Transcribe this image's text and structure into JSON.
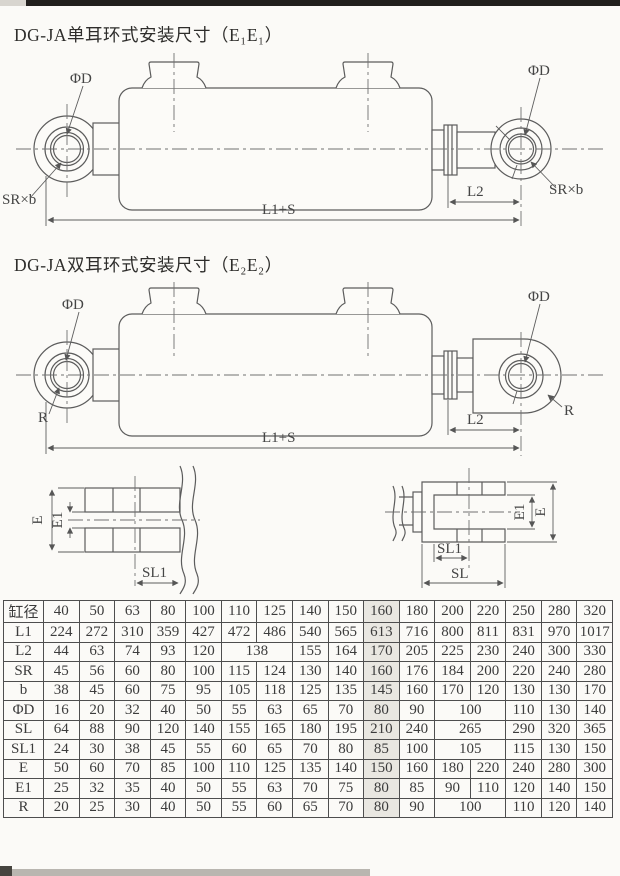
{
  "titles": {
    "single": "DG-JA单耳环式安装尺寸（E₁E₁）",
    "double": "DG-JA双耳环式安装尺寸（E₂E₂）"
  },
  "drawing1": {
    "phi_d": "ΦD",
    "sr_b": "SR×b",
    "l2": "L2",
    "l1s": "L1+S"
  },
  "drawing2": {
    "phi_d": "ΦD",
    "r": "R",
    "l2": "L2",
    "l1s": "L1+S"
  },
  "detail_left": {
    "e": "E",
    "e1": "E1",
    "sl1": "SL1"
  },
  "detail_right": {
    "e": "E",
    "e1": "E1",
    "sl1": "SL1",
    "sl": "SL"
  },
  "table": {
    "header_label": "缸径",
    "header_values": [
      "40",
      "50",
      "63",
      "80",
      "100",
      "110",
      "125",
      "140",
      "150",
      "160",
      "180",
      "200",
      "220",
      "250",
      "280",
      "320"
    ],
    "highlight_col": 9,
    "rows": [
      {
        "label": "L1",
        "cells": [
          {
            "v": "224"
          },
          {
            "v": "272"
          },
          {
            "v": "310"
          },
          {
            "v": "359"
          },
          {
            "v": "427"
          },
          {
            "v": "472"
          },
          {
            "v": "486"
          },
          {
            "v": "540"
          },
          {
            "v": "565"
          },
          {
            "v": "613"
          },
          {
            "v": "716"
          },
          {
            "v": "800"
          },
          {
            "v": "811"
          },
          {
            "v": "831"
          },
          {
            "v": "970"
          },
          {
            "v": "1017"
          }
        ]
      },
      {
        "label": "L2",
        "cells": [
          {
            "v": "44"
          },
          {
            "v": "63"
          },
          {
            "v": "74"
          },
          {
            "v": "93"
          },
          {
            "v": "120"
          },
          {
            "v": "138",
            "span": 2
          },
          {
            "v": "155"
          },
          {
            "v": "164"
          },
          {
            "v": "170"
          },
          {
            "v": "205"
          },
          {
            "v": "225"
          },
          {
            "v": "230"
          },
          {
            "v": "240"
          },
          {
            "v": "300"
          },
          {
            "v": "330"
          }
        ]
      },
      {
        "label": "SR",
        "cells": [
          {
            "v": "45"
          },
          {
            "v": "56"
          },
          {
            "v": "60"
          },
          {
            "v": "80"
          },
          {
            "v": "100"
          },
          {
            "v": "115"
          },
          {
            "v": "124"
          },
          {
            "v": "130"
          },
          {
            "v": "140"
          },
          {
            "v": "160"
          },
          {
            "v": "176"
          },
          {
            "v": "184"
          },
          {
            "v": "200"
          },
          {
            "v": "220"
          },
          {
            "v": "240"
          },
          {
            "v": "280"
          }
        ]
      },
      {
        "label": "b",
        "cells": [
          {
            "v": "38"
          },
          {
            "v": "45"
          },
          {
            "v": "60"
          },
          {
            "v": "75"
          },
          {
            "v": "95"
          },
          {
            "v": "105"
          },
          {
            "v": "118"
          },
          {
            "v": "125"
          },
          {
            "v": "135"
          },
          {
            "v": "145"
          },
          {
            "v": "160"
          },
          {
            "v": "170"
          },
          {
            "v": "120"
          },
          {
            "v": "130"
          },
          {
            "v": "130"
          },
          {
            "v": "170"
          }
        ]
      },
      {
        "label": "ΦD",
        "cells": [
          {
            "v": "16"
          },
          {
            "v": "20"
          },
          {
            "v": "32"
          },
          {
            "v": "40"
          },
          {
            "v": "50"
          },
          {
            "v": "55"
          },
          {
            "v": "63"
          },
          {
            "v": "65"
          },
          {
            "v": "70"
          },
          {
            "v": "80"
          },
          {
            "v": "90"
          },
          {
            "v": "100",
            "span": 2
          },
          {
            "v": "110"
          },
          {
            "v": "130"
          },
          {
            "v": "140"
          }
        ]
      },
      {
        "label": "SL",
        "cells": [
          {
            "v": "64"
          },
          {
            "v": "88"
          },
          {
            "v": "90"
          },
          {
            "v": "120"
          },
          {
            "v": "140"
          },
          {
            "v": "155"
          },
          {
            "v": "165"
          },
          {
            "v": "180"
          },
          {
            "v": "195"
          },
          {
            "v": "210"
          },
          {
            "v": "240"
          },
          {
            "v": "265",
            "span": 2
          },
          {
            "v": "290"
          },
          {
            "v": "320"
          },
          {
            "v": "365"
          }
        ]
      },
      {
        "label": "SL1",
        "cells": [
          {
            "v": "24"
          },
          {
            "v": "30"
          },
          {
            "v": "38"
          },
          {
            "v": "45"
          },
          {
            "v": "55"
          },
          {
            "v": "60"
          },
          {
            "v": "65"
          },
          {
            "v": "70"
          },
          {
            "v": "80"
          },
          {
            "v": "85"
          },
          {
            "v": "100"
          },
          {
            "v": "105",
            "span": 2
          },
          {
            "v": "115"
          },
          {
            "v": "130"
          },
          {
            "v": "150"
          }
        ]
      },
      {
        "label": "E",
        "cells": [
          {
            "v": "50"
          },
          {
            "v": "60"
          },
          {
            "v": "70"
          },
          {
            "v": "85"
          },
          {
            "v": "100"
          },
          {
            "v": "110"
          },
          {
            "v": "125"
          },
          {
            "v": "135"
          },
          {
            "v": "140"
          },
          {
            "v": "150"
          },
          {
            "v": "160"
          },
          {
            "v": "180"
          },
          {
            "v": "220"
          },
          {
            "v": "240"
          },
          {
            "v": "280"
          },
          {
            "v": "300"
          }
        ]
      },
      {
        "label": "E1",
        "cells": [
          {
            "v": "25"
          },
          {
            "v": "32"
          },
          {
            "v": "35"
          },
          {
            "v": "40"
          },
          {
            "v": "50"
          },
          {
            "v": "55"
          },
          {
            "v": "63"
          },
          {
            "v": "70"
          },
          {
            "v": "75"
          },
          {
            "v": "80"
          },
          {
            "v": "85"
          },
          {
            "v": "90"
          },
          {
            "v": "110"
          },
          {
            "v": "120"
          },
          {
            "v": "140"
          },
          {
            "v": "150"
          }
        ]
      },
      {
        "label": "R",
        "cells": [
          {
            "v": "20"
          },
          {
            "v": "25"
          },
          {
            "v": "30"
          },
          {
            "v": "40"
          },
          {
            "v": "50"
          },
          {
            "v": "55"
          },
          {
            "v": "60"
          },
          {
            "v": "65"
          },
          {
            "v": "70"
          },
          {
            "v": "80"
          },
          {
            "v": "90"
          },
          {
            "v": "100",
            "span": 2
          },
          {
            "v": "110"
          },
          {
            "v": "120"
          },
          {
            "v": "140"
          }
        ]
      }
    ]
  }
}
